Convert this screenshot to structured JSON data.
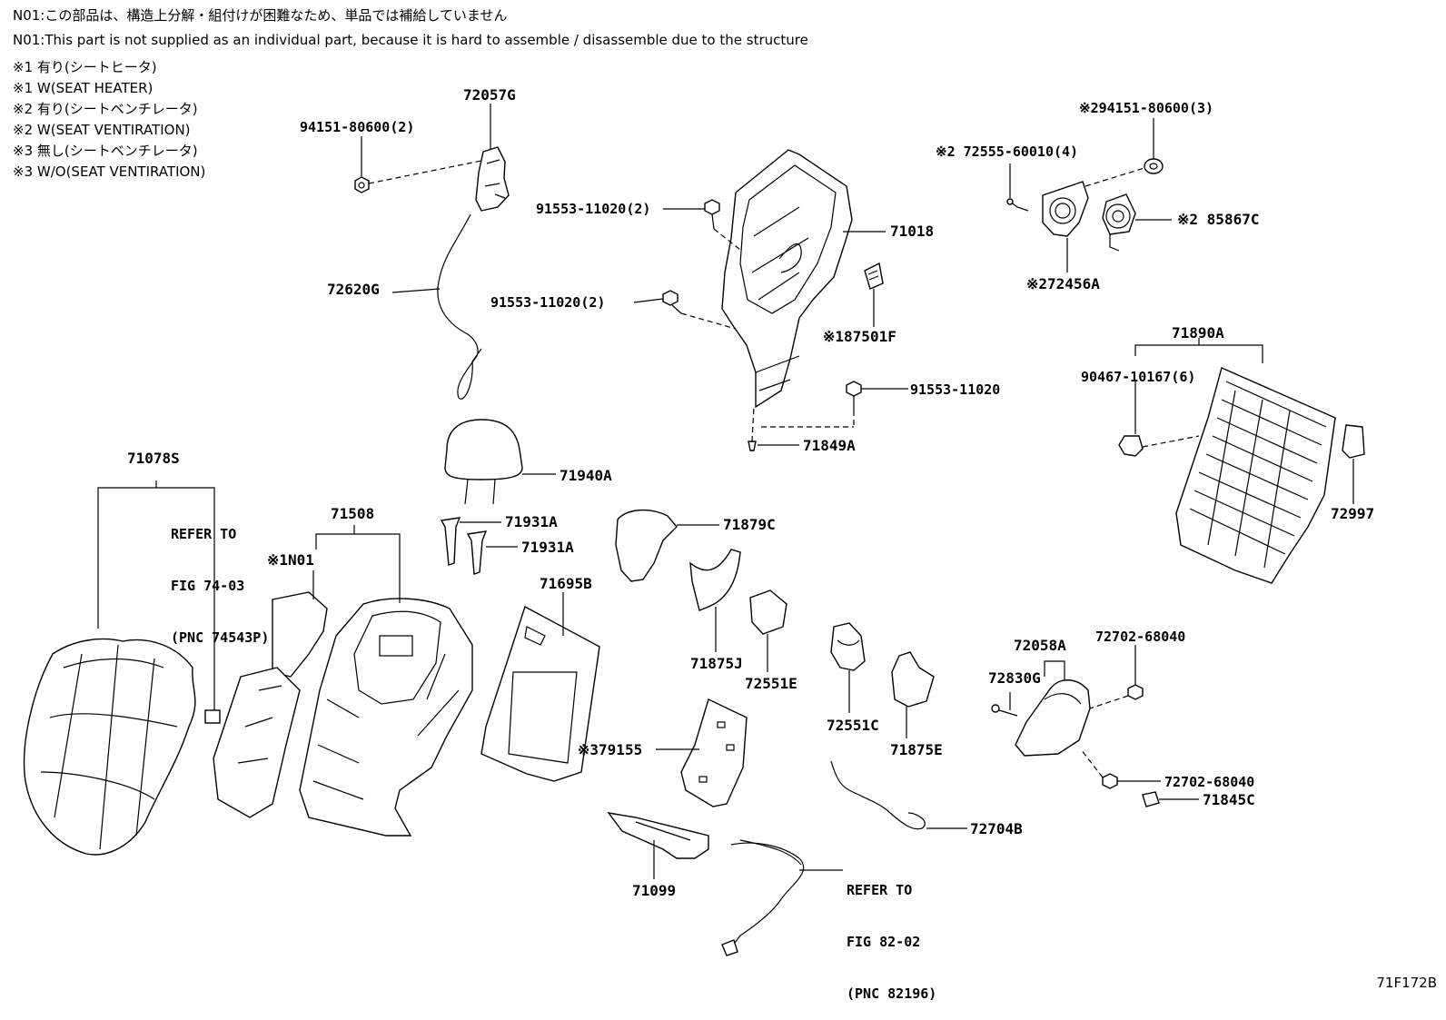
{
  "notes": [
    "N01:この部品は、構造上分解・組付けが困難なため、単品では補給していません",
    "N01:This part is not supplied as an individual part, because it is hard to assemble / disassemble due to the structure",
    "※1 有り(シートヒータ)",
    "※1 W(SEAT HEATER)",
    "※2 有り(シートベンチレータ)",
    "※2 W(SEAT VENTIRATION)",
    "※3 無し(シートベンチレータ)",
    "※3 W/O(SEAT VENTIRATION)"
  ],
  "parts": {
    "p72057G": "72057G",
    "p94151_2": "94151-80600(2)",
    "p72620G": "72620G",
    "p91553_top": "91553-11020(2)",
    "p91553_mid": "91553-11020(2)",
    "p71018": "71018",
    "p87501F": "※187501F",
    "p91553_single": "91553-11020",
    "p71849A": "71849A",
    "p72555": "※2 72555-60010(4)",
    "p94151_3": "※294151-80600(3)",
    "p85867C": "※2 85867C",
    "p72456A": "※272456A",
    "p71890A": "71890A",
    "p90467": "90467-10167(6)",
    "p72997": "72997",
    "p71078S": "71078S",
    "p71508": "71508",
    "pN01": "※1N01",
    "p71940A": "71940A",
    "p71931A_1": "71931A",
    "p71931A_2": "71931A",
    "p71695B": "71695B",
    "p71879C": "71879C",
    "p71875J": "71875J",
    "p72551E": "72551E",
    "p72551C": "72551C",
    "p71875E": "71875E",
    "p79155": "※379155",
    "p71099": "71099",
    "p72058A": "72058A",
    "p72830G": "72830G",
    "p72702_top": "72702-68040",
    "p72702_bot": "72702-68040",
    "p71845C": "71845C",
    "p72704B": "72704B"
  },
  "refs": {
    "ref1": [
      "REFER TO",
      "FIG 74-03",
      "(PNC 74543P)"
    ],
    "ref2": [
      "REFER TO",
      "FIG 82-02",
      "(PNC 82196)"
    ]
  },
  "figure_id": "71F172B"
}
